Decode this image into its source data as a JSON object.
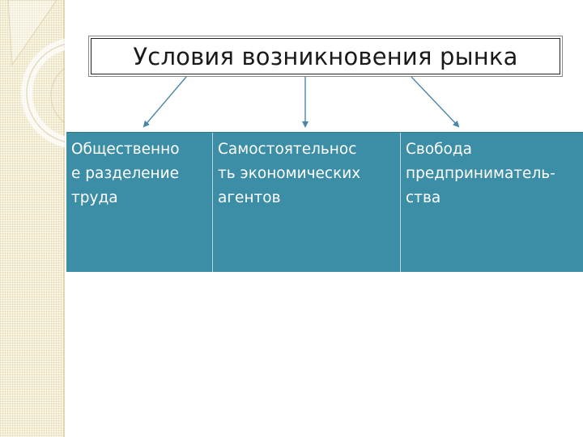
{
  "title": "Условия возникновения рынка",
  "conditions": [
    {
      "text": "Общественно\nе разделение\nтруда"
    },
    {
      "text": "Самостоятельнос\nть экономических\nагентов"
    },
    {
      "text": "Свобода\nпредприниматель-\nства"
    }
  ],
  "colors": {
    "table_fill": "#3b8ea6",
    "arrow": "#4a86a8",
    "strip": "#f3edd3"
  }
}
